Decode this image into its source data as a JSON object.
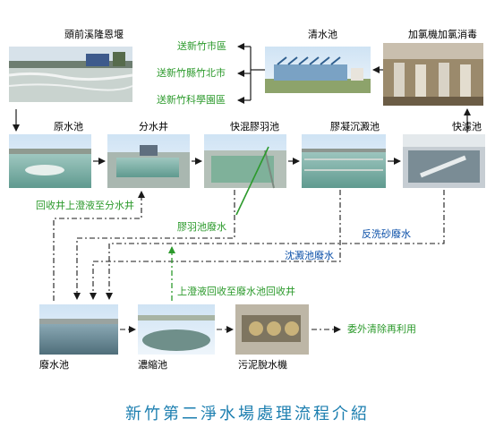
{
  "title": "新竹第二淨水場處理流程介紹",
  "colors": {
    "black_arrow": "#1a1a1a",
    "green_arrow": "#2c9a2c",
    "green_text": "#2c9a2c",
    "blue_text": "#0a4fa8",
    "title": "#1d7fb0"
  },
  "units": {
    "weir": "頭前溪隆恩堰",
    "clear_well": "清水池",
    "chlorination": "加氯機加氯消毒",
    "raw_water_pond": "原水池",
    "split_well": "分水井",
    "rapid_mix": "快混膠羽池",
    "sedimentation": "膠凝沉澱池",
    "rapid_filter": "快濾池",
    "waste_pond": "廢水池",
    "thickener": "濃縮池",
    "dewatering": "污泥脫水機"
  },
  "destinations": [
    "送新竹市區",
    "送新竹縣竹北市",
    "送新竹科學園區"
  ],
  "flows": {
    "recovery_to_split": "回收井上澄液至分水井",
    "floc_waste": "膠羽池廢水",
    "backwash_waste": "反洗砂廢水",
    "sediment_waste": "沈澱池廢水",
    "supernatant_return": "上澄液回收至廢水池回收井",
    "outsourced": "委外清除再利用"
  }
}
